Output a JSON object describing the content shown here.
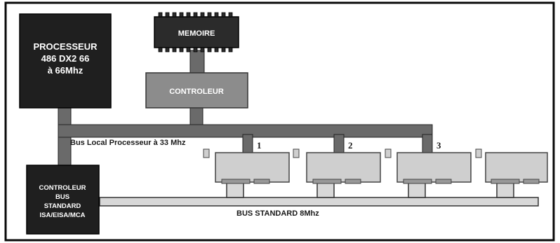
{
  "processor": {
    "line1": "PROCESSEUR",
    "line2": "486  DX2 66",
    "line3": "à 66Mhz"
  },
  "memory": {
    "label": "MEMOIRE"
  },
  "controller": {
    "label": "CONTROLEUR"
  },
  "bus_controller": {
    "line1": "CONTROLEUR",
    "line2": "BUS",
    "line3": "STANDARD",
    "line4": "ISA/EISA/MCA"
  },
  "local_bus": {
    "label": "Bus Local Processeur à 33 Mhz"
  },
  "standard_bus": {
    "label": "BUS STANDARD 8Mhz"
  },
  "slots": [
    "1",
    "2",
    "3"
  ],
  "colors": {
    "processor_fill": "#1f1f1f",
    "memory_fill": "#2b2b2b",
    "controller_fill": "#8c8c8c",
    "bus_fill": "#5a5a5a",
    "card_fill": "#cfcfcf"
  }
}
